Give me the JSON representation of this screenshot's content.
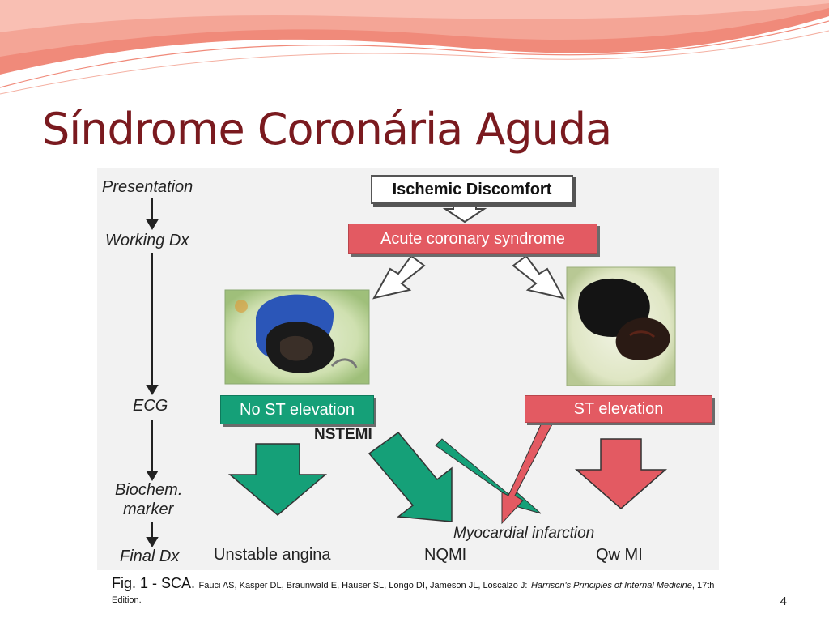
{
  "slide": {
    "title": "Síndrome Coronária Aguda",
    "page_number": "4"
  },
  "diagram": {
    "stages": [
      "Presentation",
      "Working Dx",
      "ECG",
      "Biochem. marker",
      "Final Dx"
    ],
    "stage_biochem_line1": "Biochem.",
    "stage_biochem_line2": "marker",
    "ischemic": "Ischemic Discomfort",
    "acs": "Acute coronary syndrome",
    "no_st": "No ST elevation",
    "st": "ST elevation",
    "nstemi": "NSTEMI",
    "mi": "Myocardial infarction",
    "outcomes": {
      "unstable_angina": "Unstable angina",
      "nqmi": "NQMI",
      "qwmi": "Qw MI"
    },
    "colors": {
      "green": "#15a078",
      "red": "#e35a62",
      "title": "#7a1a1f"
    }
  },
  "caption": {
    "prefix": "Fig. 1 -  SCA.",
    "authors": "Fauci AS, Kasper DL, Braunwald E, Hauser SL, Longo DI, Jameson JL, Loscalzo J:",
    "book": "Harrison's Principles of Internal Medicine",
    "edition": ", 17th Edition."
  }
}
